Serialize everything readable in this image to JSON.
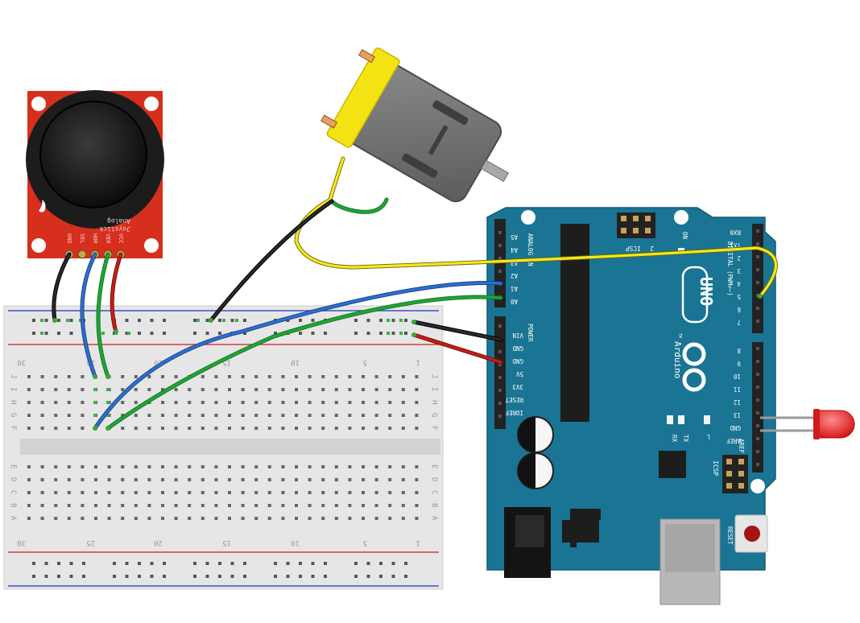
{
  "joystick": {
    "title_line1": "Joystick",
    "title_line2": "Analog",
    "pins": [
      "GND",
      "SEL",
      "HOR",
      "VER",
      "VCC"
    ]
  },
  "arduino": {
    "logo": "UNO",
    "brand": "Arduino",
    "tm": "TM",
    "icsp_top": "ICSP",
    "icsp_top_num": "2",
    "icsp_bottom": "ICSP",
    "on_label": "ON",
    "l_label": "L",
    "tx_label": "TX",
    "rx_label": "RX",
    "aref_label": "AREF",
    "reset_label": "RESET",
    "digital_label": "DIGITAL (PWM=~)",
    "analog_label": "ANALOG IN",
    "power_label": "POWER",
    "analog_pins": [
      "A0",
      "A1",
      "A2",
      "A3",
      "A4",
      "A5"
    ],
    "power_pins": [
      "IOREF",
      "RESET",
      "3V3",
      "5V",
      "GND",
      "GND",
      "VIN"
    ],
    "digital_pins_upper": [
      "RX0",
      "TX1",
      "2",
      "3",
      "4",
      "5",
      "6",
      "7"
    ],
    "digital_pins_lower": [
      "8",
      "9",
      "10",
      "11",
      "12",
      "13",
      "GND",
      "AREF"
    ]
  },
  "breadboard": {
    "col_numbers": [
      "30",
      "25",
      "20",
      "15",
      "10",
      "5",
      "1"
    ],
    "row_letters_top": [
      "J",
      "I",
      "H",
      "G",
      "F"
    ],
    "row_letters_bottom": [
      "E",
      "D",
      "C",
      "B",
      "A"
    ]
  },
  "colors": {
    "arduino_blue": "#1a7493",
    "joystick_red": "#d62f1e",
    "wire_yellow": "#f5e81c",
    "wire_black": "#222222",
    "wire_blue": "#2c6fd1",
    "wire_green": "#1fa536",
    "wire_red": "#c81d16",
    "led_red": "#e42222"
  }
}
